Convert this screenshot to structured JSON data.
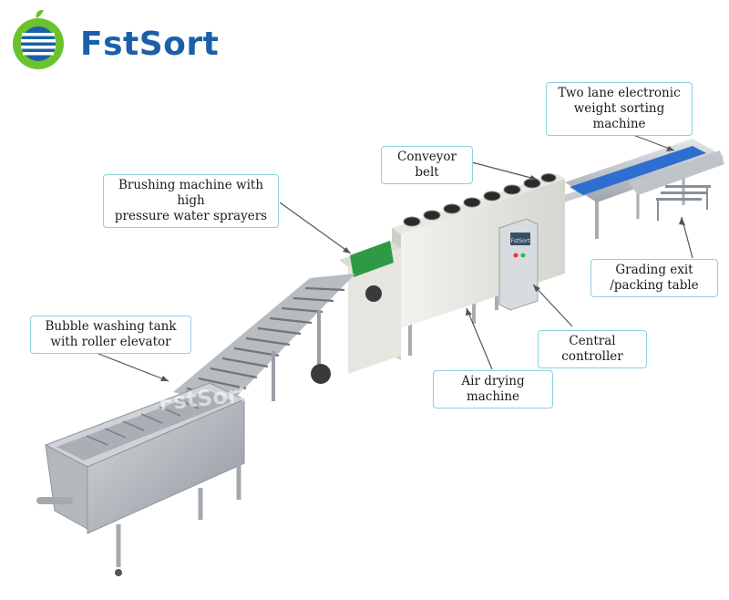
{
  "brand": {
    "name": "FstSort",
    "watermark": "FstSort"
  },
  "colors": {
    "brand_blue": "#1b5fa8",
    "brand_green": "#6cc22e",
    "callout_border": "#8fcfe0",
    "steel": "#b9bec4"
  },
  "callouts": {
    "weight_sorter": {
      "line1": "Two lane electronic",
      "line2": "weight sorting machine"
    },
    "conveyor": {
      "line1": "Conveyor belt"
    },
    "brushing": {
      "line1": "Brushing machine with high",
      "line2": "pressure water sprayers"
    },
    "grading": {
      "line1": "Grading  exit",
      "line2": "/packing table"
    },
    "bubble": {
      "line1": "Bubble washing tank",
      "line2": "with roller elevator"
    },
    "controller": {
      "line1": "Central controller"
    },
    "drying": {
      "line1": "Air drying machine"
    }
  },
  "controller_panel_text": "FstSort"
}
